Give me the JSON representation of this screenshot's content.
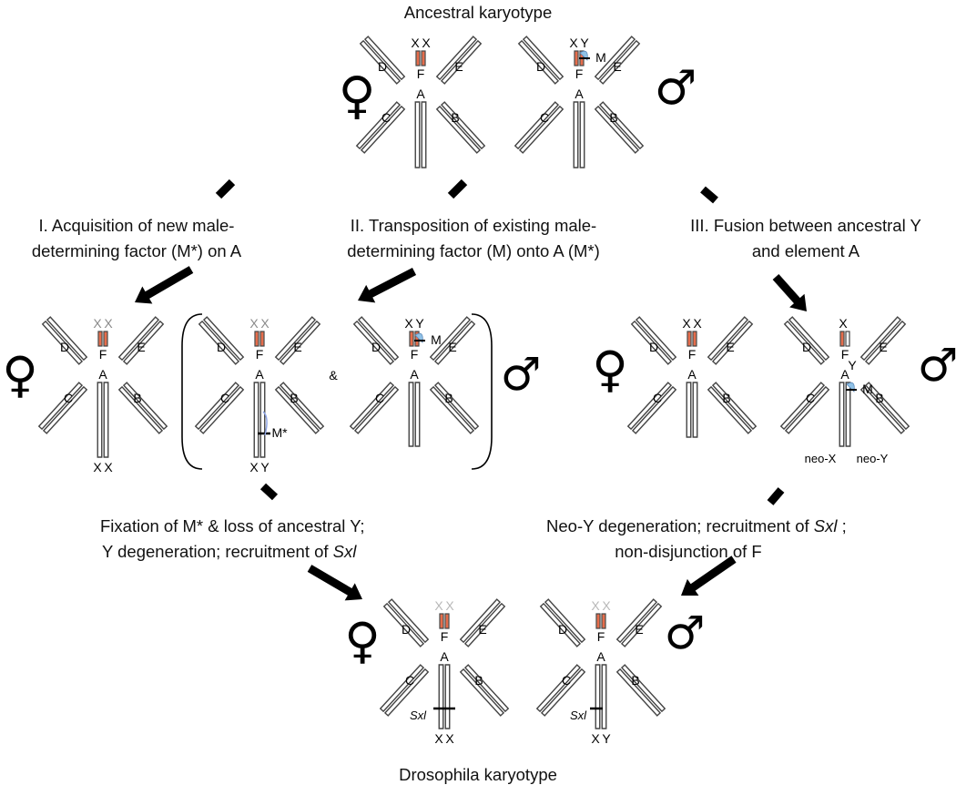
{
  "titles": {
    "top": "Ancestral karyotype",
    "bottom": "Drosophila karyotype"
  },
  "captions": {
    "path1": [
      "I. Acquisition of new male-",
      "determining factor (M*) on A"
    ],
    "path2": [
      "II. Transposition of existing male-",
      "determining factor (M) onto A (M*)"
    ],
    "path3": [
      "III. Fusion between ancestral Y",
      "and element A"
    ],
    "lower_left": [
      "Fixation of M* & loss of ancestral Y;",
      "Y degeneration; recruitment of "
    ],
    "lower_left_italic": "Sxl",
    "lower_right_line1": "Neo-Y degeneration; recruitment of ",
    "lower_right_italic": "Sxl",
    "lower_right_line1_end": " ;",
    "lower_right_line2": "non-disjunction of F"
  },
  "symbols": {
    "female": "♀",
    "male": "♂"
  },
  "labels": {
    "elements": [
      "A",
      "B",
      "C",
      "D",
      "E",
      "F"
    ],
    "x": "X",
    "y": "Y",
    "m": "M",
    "m_star": "M*",
    "ampersand": "&",
    "neo_x": "neo-X",
    "neo_y": "neo-Y",
    "sxl": "Sxl"
  },
  "colors": {
    "arrow": "#000000",
    "chromosome_outline": "#444444",
    "x_red": "#e8704c",
    "y_blue": "#4d5fbf",
    "m_light_blue": "#8fc1e6",
    "a_pink": "#f2c9c1",
    "a_red": "#e05a4a"
  }
}
